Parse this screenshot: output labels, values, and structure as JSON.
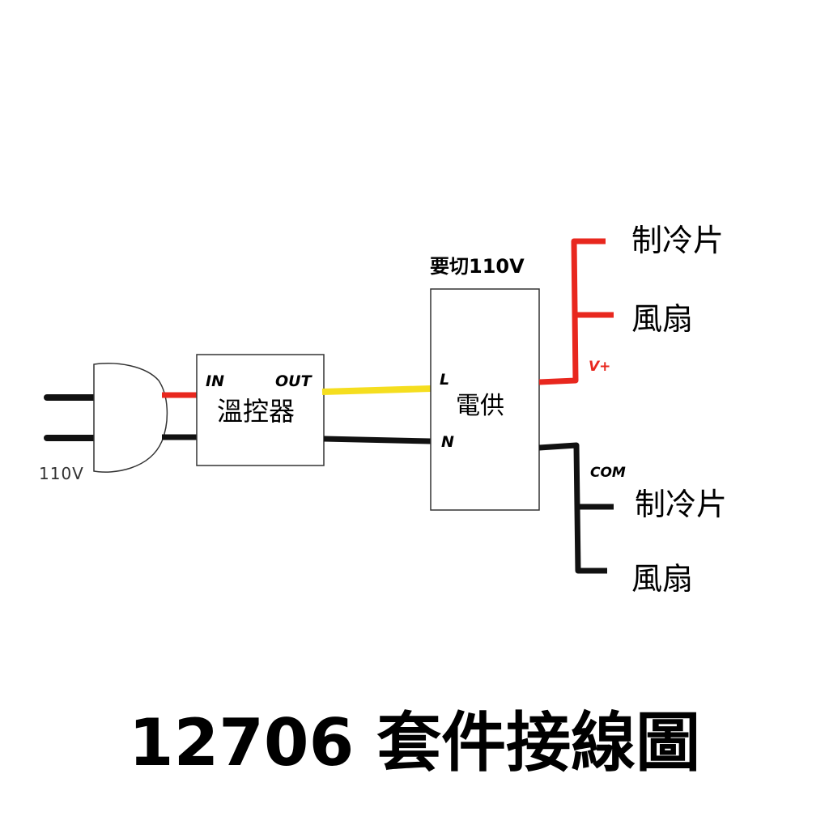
{
  "plug": {
    "voltage": "110V"
  },
  "thermostat": {
    "in_label": "IN",
    "out_label": "OUT",
    "name": "溫控器"
  },
  "psu": {
    "note": "要切110V",
    "name": "電供",
    "l_label": "L",
    "n_label": "N"
  },
  "outputs": {
    "positive_label": "V+",
    "common_label": "COM",
    "positive_loads": [
      "制冷片",
      "風扇"
    ],
    "common_loads": [
      "制冷片",
      "風扇"
    ]
  },
  "title": "12706 套件接線圖",
  "colors": {
    "live": "#e8271e",
    "switched": "#f5de1f",
    "neutral": "#111111"
  }
}
